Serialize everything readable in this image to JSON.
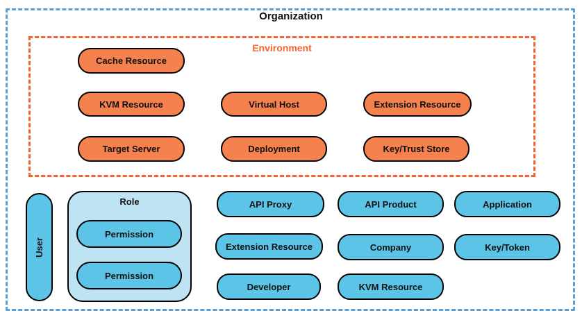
{
  "organization": {
    "title": "Organization"
  },
  "environment": {
    "title": "Environment",
    "nodes": [
      "Cache Resource",
      "KVM Resource",
      "Virtual Host",
      "Extension Resource",
      "Target Server",
      "Deployment",
      "Key/Trust Store"
    ]
  },
  "org_level": {
    "user_label": "User",
    "role": {
      "title": "Role",
      "permissions": [
        "Permission",
        "Permission"
      ]
    },
    "nodes": [
      "API Proxy",
      "API Product",
      "Application",
      "Extension Resource",
      "Company",
      "Key/Token",
      "Developer",
      "KVM Resource"
    ]
  },
  "colors": {
    "organization_border": "#5B9FD4",
    "environment_border": "#F4612F",
    "environment_label": "#F66434",
    "environment_node_fill": "#F5814E",
    "org_node_fill": "#5BC4E7",
    "role_fill": "#BEE3F2",
    "shape_border": "#000000",
    "text": "#111111"
  }
}
